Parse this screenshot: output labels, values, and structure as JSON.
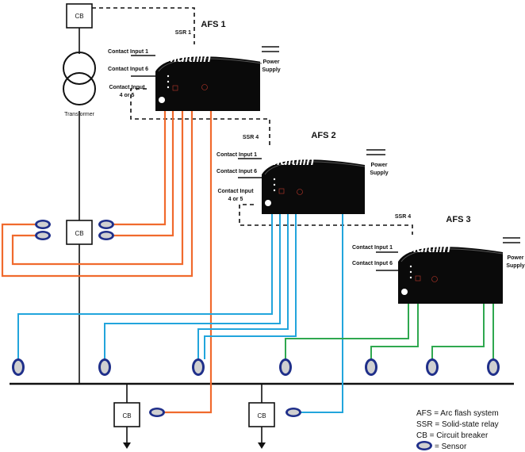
{
  "afs_units": [
    {
      "title": "AFS 1",
      "brand": "Multilin",
      "ssr": "SSR 1",
      "contact1": "Contact Input 1",
      "contact6": "Contact Input 6",
      "contact45": [
        "Contact Input",
        "4 or 5"
      ],
      "power": [
        "Power",
        "Supply"
      ]
    },
    {
      "title": "AFS 2",
      "brand": "Multilin",
      "ssr": "SSR 4",
      "contact1": "Contact Input 1",
      "contact6": "Contact Input 6",
      "contact45": [
        "Contact Input",
        "4 or 5"
      ],
      "power": [
        "Power",
        "Supply"
      ]
    },
    {
      "title": "AFS 3",
      "brand": "Multilin",
      "ssr": "SSR 4",
      "contact1": "Contact Input 1",
      "contact6": "Contact Input 6",
      "power": [
        "Power",
        "Supply"
      ]
    }
  ],
  "cb_label": "CB",
  "transformer_label": "Transformer",
  "legend": {
    "afs": "AFS = Arc flash system",
    "ssr": "SSR = Solid-state relay",
    "cb": "CB = Circuit breaker",
    "sensor": "= Sensor"
  },
  "colors": {
    "sensor_fill": "#1f2f8a",
    "sensor_center": "#d0d0d0",
    "orange_fiber": "#f06a2d",
    "blue_fiber": "#22a5dc",
    "green_fiber": "#2fa84f"
  }
}
